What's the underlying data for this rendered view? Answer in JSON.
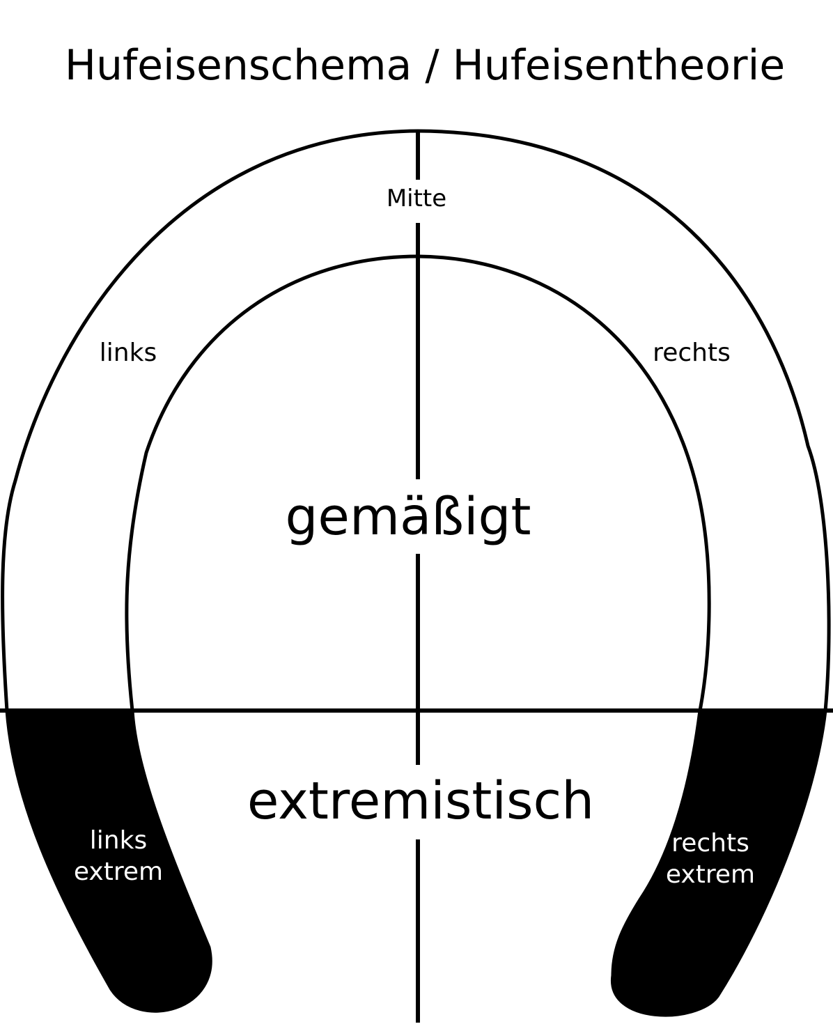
{
  "title": "Hufeisenschema / Hufeisentheorie",
  "labels": {
    "center_top": "Mitte",
    "left": "links",
    "right": "rechts",
    "moderate": "gemäßigt",
    "extremist": "extremistisch",
    "left_extreme_1": "links",
    "left_extreme_2": "extrem",
    "right_extreme_1": "rechts",
    "right_extreme_2": "extrem"
  },
  "colors": {
    "stroke": "#000000",
    "extreme_fill": "#000000",
    "background": "#ffffff"
  }
}
